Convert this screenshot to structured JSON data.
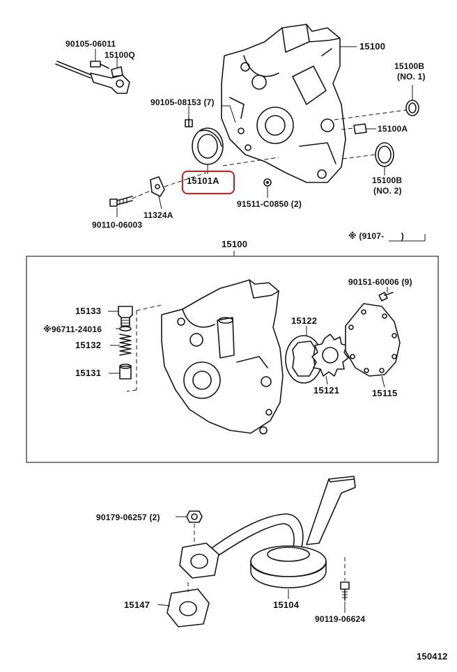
{
  "header_parts": {
    "bolt_top": "90105-06011",
    "sensor": "15100Q",
    "bolt_seal": "90105-08153 (7)",
    "pump_assy_top": "15100",
    "oring_1_code": "15100B",
    "oring_1_note": "(NO. 1)",
    "plug": "15100A",
    "oring_2_code": "15100B",
    "oring_2_note": "(NO. 2)",
    "oil_seal": "15101A",
    "bracket": "11324A",
    "bolt_bracket": "90110-06003",
    "nut_small": "91511-C0850 (2)"
  },
  "assembly_box": {
    "title": "15100",
    "date_note": "※ (9107-　　)",
    "screw": "90151-60006 (9)",
    "relief_plug": "15133",
    "relief_gasket": "※96711-24016",
    "relief_spring": "15132",
    "relief_valve": "15131",
    "drive_rotor": "15122",
    "driven_rotor": "15121",
    "cover": "15115"
  },
  "strainer_group": {
    "nut": "90179-06257 (2)",
    "gasket": "15147",
    "strainer": "15104",
    "bolt": "90119-06624"
  },
  "diagram_id": "150412",
  "colors": {
    "line": "#151515",
    "highlight": "#d21a1a",
    "background": "#ffffff"
  }
}
